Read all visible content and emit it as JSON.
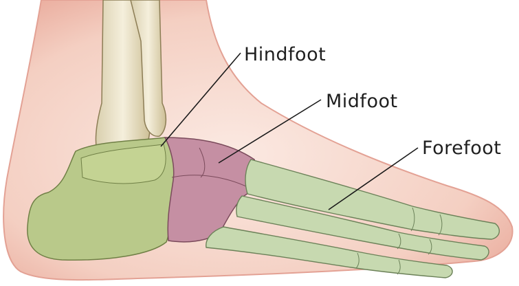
{
  "labels": {
    "hindfoot": "Hindfoot",
    "midfoot": "Midfoot",
    "forefoot": "Forefoot"
  },
  "colors": {
    "hindfoot": "#b9c98a",
    "midfoot": "#c58fa3",
    "forefoot": "#c7d9b0",
    "skin": "#f6d9cf",
    "tibia": "#efe6cc",
    "leader_line": "#1a1a1a"
  }
}
